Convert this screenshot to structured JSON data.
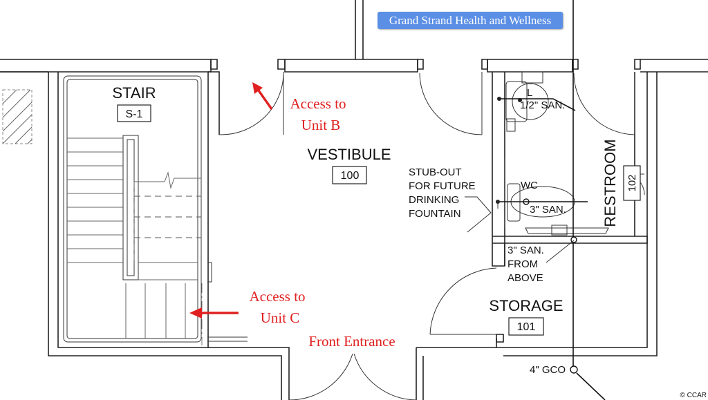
{
  "banner": "Grand Strand Health and Wellness",
  "rooms": {
    "stair": {
      "name": "STAIR",
      "number": "S-1"
    },
    "vestibule": {
      "name": "VESTIBULE",
      "number": "100"
    },
    "storage": {
      "name": "STORAGE",
      "number": "101"
    },
    "restroom": {
      "name": "RESTROOM",
      "number": "102"
    }
  },
  "annotations": {
    "access_b": [
      "Access to",
      "Unit B"
    ],
    "access_c": [
      "Access to",
      "Unit C"
    ],
    "front_entrance": "Front Entrance"
  },
  "notes": {
    "stub_out": [
      "STUB-OUT",
      "FOR FUTURE",
      "DRINKING",
      "FOUNTAIN"
    ],
    "san_half": "1/2\" SAN.",
    "lav": "L",
    "wc": "WC",
    "san_3": "3\" SAN.",
    "san_above": [
      "3\" SAN.",
      "FROM",
      "ABOVE"
    ],
    "gco": "4\" GCO"
  },
  "copyright": "© CCAR",
  "colors": {
    "annotation": "#e02020",
    "banner": "#5b8fe6",
    "line": "#222222"
  }
}
